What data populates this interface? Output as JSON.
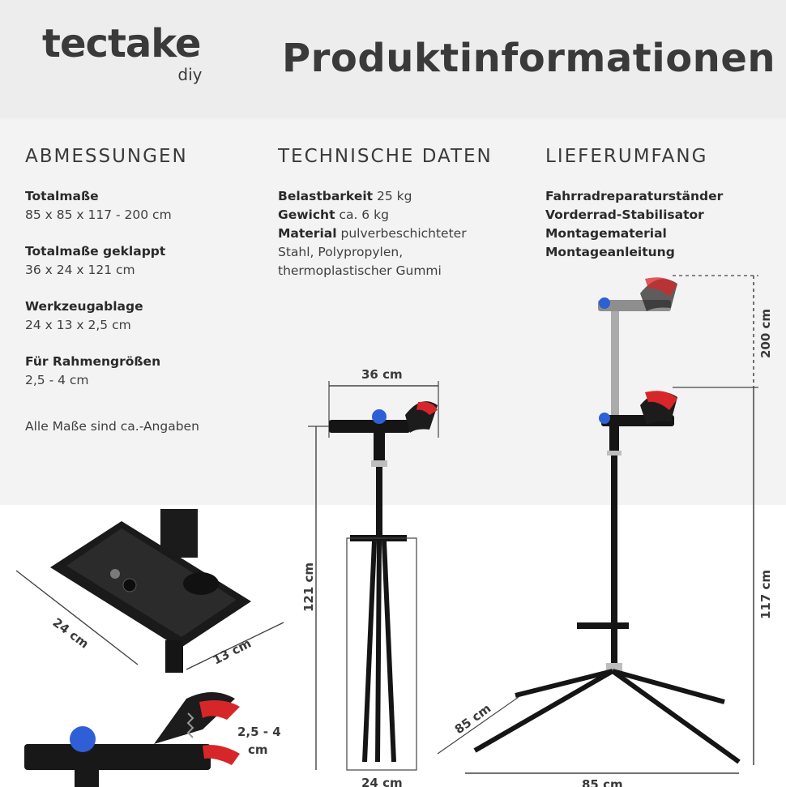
{
  "header": {
    "brand_name": "tectake",
    "brand_sub": "diy",
    "title": "Produktinformationen"
  },
  "dimensions": {
    "heading": "ABMESSUNGEN",
    "items": [
      {
        "label": "Totalmaße",
        "value": "85 x 85 x 117 - 200 cm"
      },
      {
        "label": "Totalmaße geklappt",
        "value": "36 x 24 x 121 cm"
      },
      {
        "label": "Werkzeugablage",
        "value": "24 x 13 x 2,5 cm"
      },
      {
        "label": "Für Rahmengrößen",
        "value": "2,5 - 4 cm"
      }
    ],
    "note": "Alle Maße sind ca.-Angaben"
  },
  "technical": {
    "heading": "TECHNISCHE DATEN",
    "items": [
      {
        "label": "Belastbarkeit",
        "value": "25 kg"
      },
      {
        "label": "Gewicht",
        "value": "ca. 6 kg"
      },
      {
        "label": "Material",
        "value": "pulverbeschichteter"
      }
    ],
    "material_cont": [
      "Stahl, Polypropylen,",
      "thermoplastischer Gummi"
    ]
  },
  "scope": {
    "heading": "LIEFERUMFANG",
    "items": [
      "Fahrradreparaturständer",
      "Vorderrad-Stabilisator",
      "Montagematerial",
      "Montageanleitung"
    ]
  },
  "figure_labels": {
    "tray_length": "24 cm",
    "tray_width": "13 cm",
    "clamp_range_1": "2,5 - 4",
    "clamp_range_2": "cm",
    "folded_width": "36 cm",
    "folded_height": "121 cm",
    "folded_depth": "24 cm",
    "extended_height": "200 cm",
    "base_height": "117 cm",
    "base_side": "85 cm",
    "base_width": "85 cm"
  },
  "colors": {
    "header_bg": "#ededed",
    "info_bg": "#f3f3f3",
    "clamp_red": "#d7262a",
    "knob_blue": "#2f5fd6",
    "frame_black": "#151515"
  }
}
